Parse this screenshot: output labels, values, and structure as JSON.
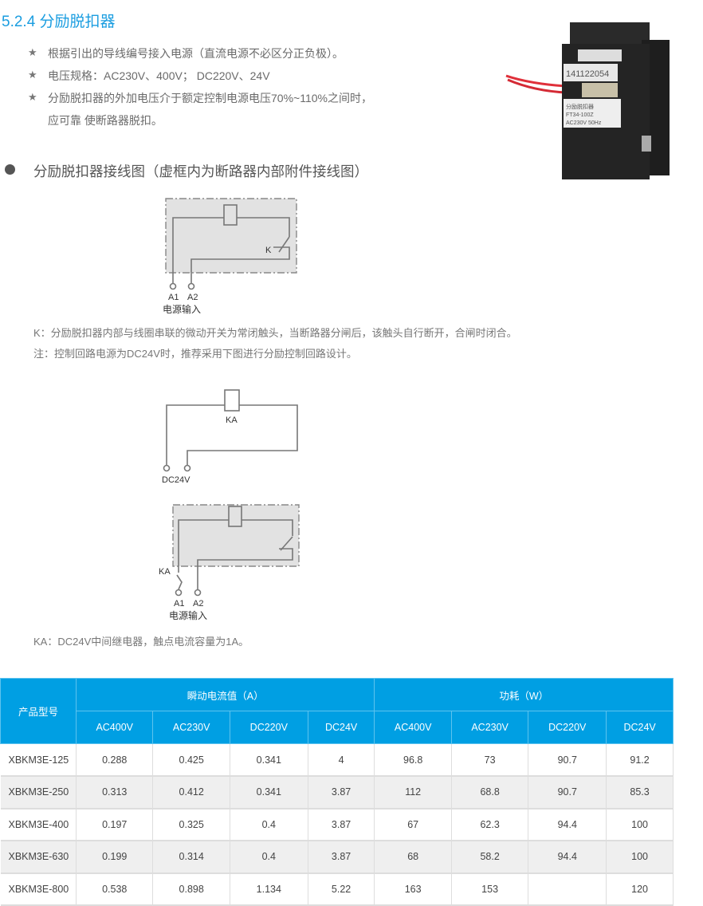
{
  "title": "5.2.4  分励脱扣器",
  "bullets": [
    "根据引出的导线编号接入电源（直流电源不必区分正负极）。",
    "电压规格：AC230V、400V；  DC220V、24V",
    "分励脱扣器的外加电压介于额定控制电源电压70%~110%之间时，",
    "应可靠 使断路器脱扣。"
  ],
  "star_symbol": "★",
  "section_title": "分励脱扣器接线图（虚框内为断路器内部附件接线图）",
  "diagram1": {
    "switch_label": "K",
    "a1": "A1",
    "a2": "A2",
    "caption": "电源输入"
  },
  "notes": [
    "K：分励脱扣器内部与线圈串联的微动开关为常闭触头，当断路器分闸后，该触头自行断开，合闸时闭合。",
    "注：控制回路电源为DC24V时，推荐采用下图进行分励控制回路设计。"
  ],
  "diagram2": {
    "relay_label": "KA",
    "supply_label": "DC24V"
  },
  "diagram3": {
    "relay_contact_label": "KA",
    "a1": "A1",
    "a2": "A2",
    "caption": "电源输入"
  },
  "ka_note": "KA：DC24V中间继电器，触点电流容量为1A。",
  "product_photo": {
    "label_serial": "141122054",
    "label_name": "分励脱扣器",
    "label_model": "FT34-100Z",
    "label_rating": "AC230V 50Hz"
  },
  "table": {
    "model_header": "产品型号",
    "group_current": "瞬动电流值（A）",
    "group_power": "功耗（W）",
    "sub_headers": [
      "AC400V",
      "AC230V",
      "DC220V",
      "DC24V",
      "AC400V",
      "AC230V",
      "DC220V",
      "DC24V"
    ],
    "rows": [
      [
        "XBKM3E-125",
        "0.288",
        "0.425",
        "0.341",
        "4",
        "96.8",
        "73",
        "90.7",
        "91.2"
      ],
      [
        "XBKM3E-250",
        "0.313",
        "0.412",
        "0.341",
        "3.87",
        "112",
        "68.8",
        "90.7",
        "85.3"
      ],
      [
        "XBKM3E-400",
        "0.197",
        "0.325",
        "0.4",
        "3.87",
        "67",
        "62.3",
        "94.4",
        "100"
      ],
      [
        "XBKM3E-630",
        "0.199",
        "0.314",
        "0.4",
        "3.87",
        "68",
        "58.2",
        "94.4",
        "100"
      ],
      [
        "XBKM3E-800",
        "0.538",
        "0.898",
        "1.134",
        "5.22",
        "163",
        "153",
        "",
        "120"
      ]
    ]
  },
  "colors": {
    "accent": "#009fe3",
    "title": "#1a9de0"
  }
}
